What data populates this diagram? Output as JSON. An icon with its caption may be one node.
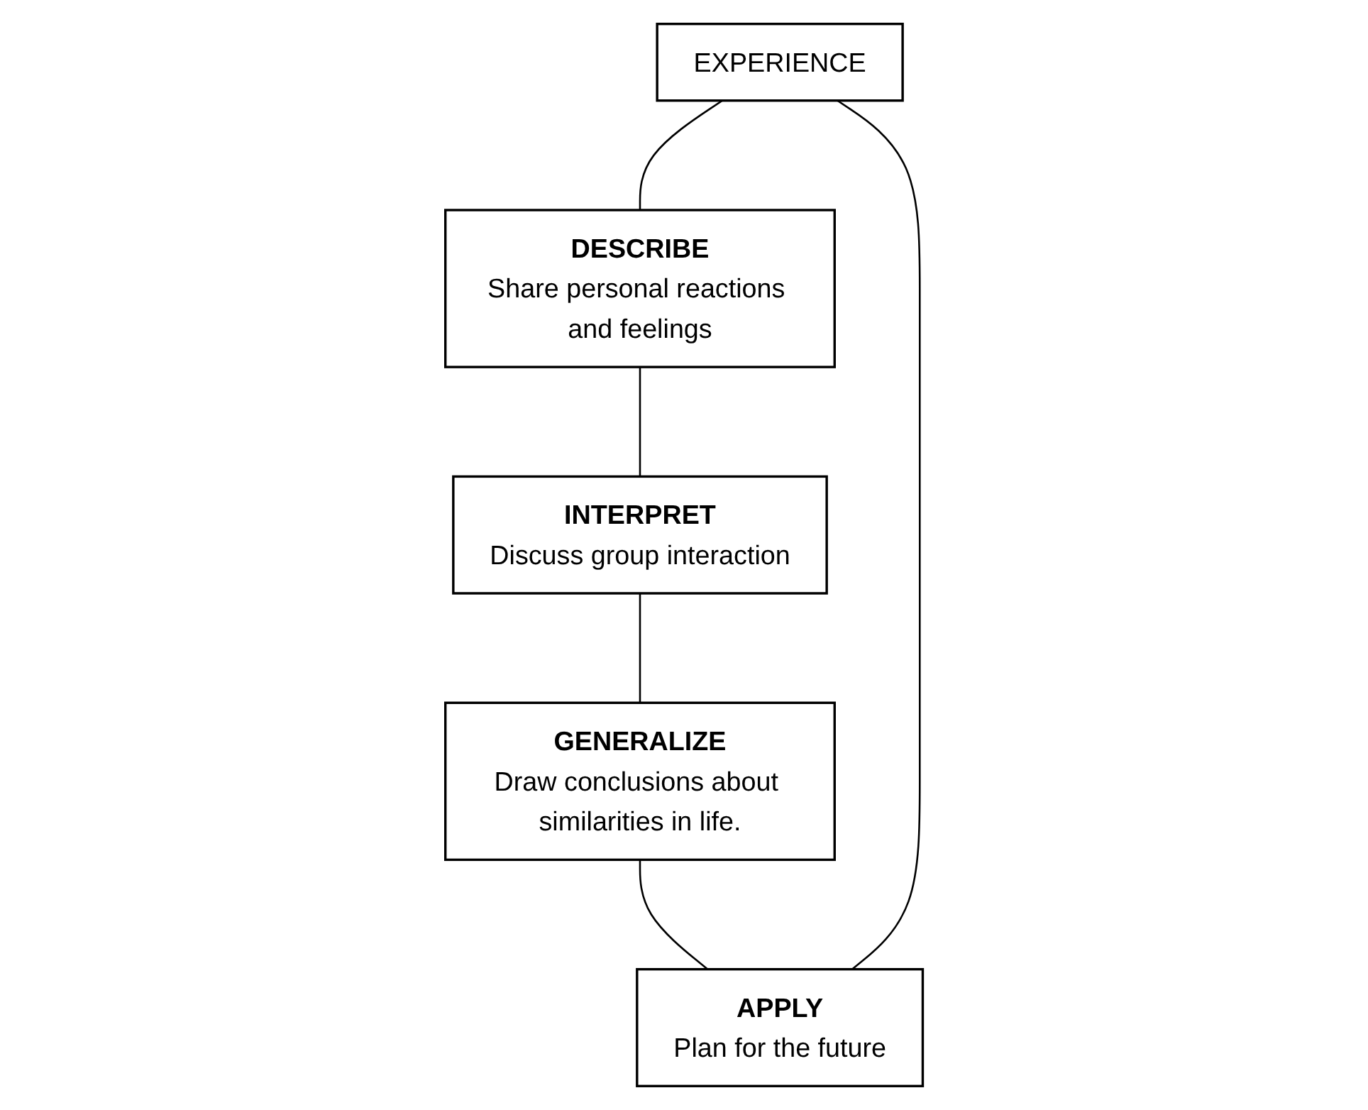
{
  "diagram": {
    "nodes": [
      {
        "text": [
          "EXPERIENCE"
        ]
      },
      {
        "text": [
          "APPLY",
          "Plan for the future"
        ]
      },
      {
        "text": [
          "DESCRIBE",
          "Share personal reactions and feelings"
        ]
      },
      {
        "text": [
          "GENERALIZE",
          "Draw conclusions about similarities in life."
        ]
      },
      {
        "text": [
          "INTERPRET",
          "Discuss group interaction"
        ]
      }
    ],
    "edges": [
      {
        "from": 0,
        "to": 2,
        "arrow": "none"
      },
      {
        "from": 2,
        "to": 4,
        "arrow": "none"
      },
      {
        "from": 4,
        "to": 3,
        "arrow": "none"
      },
      {
        "from": 3,
        "to": 1,
        "arrow": "none"
      },
      {
        "from": 1,
        "to": 0,
        "arrow": "none"
      }
    ]
  }
}
